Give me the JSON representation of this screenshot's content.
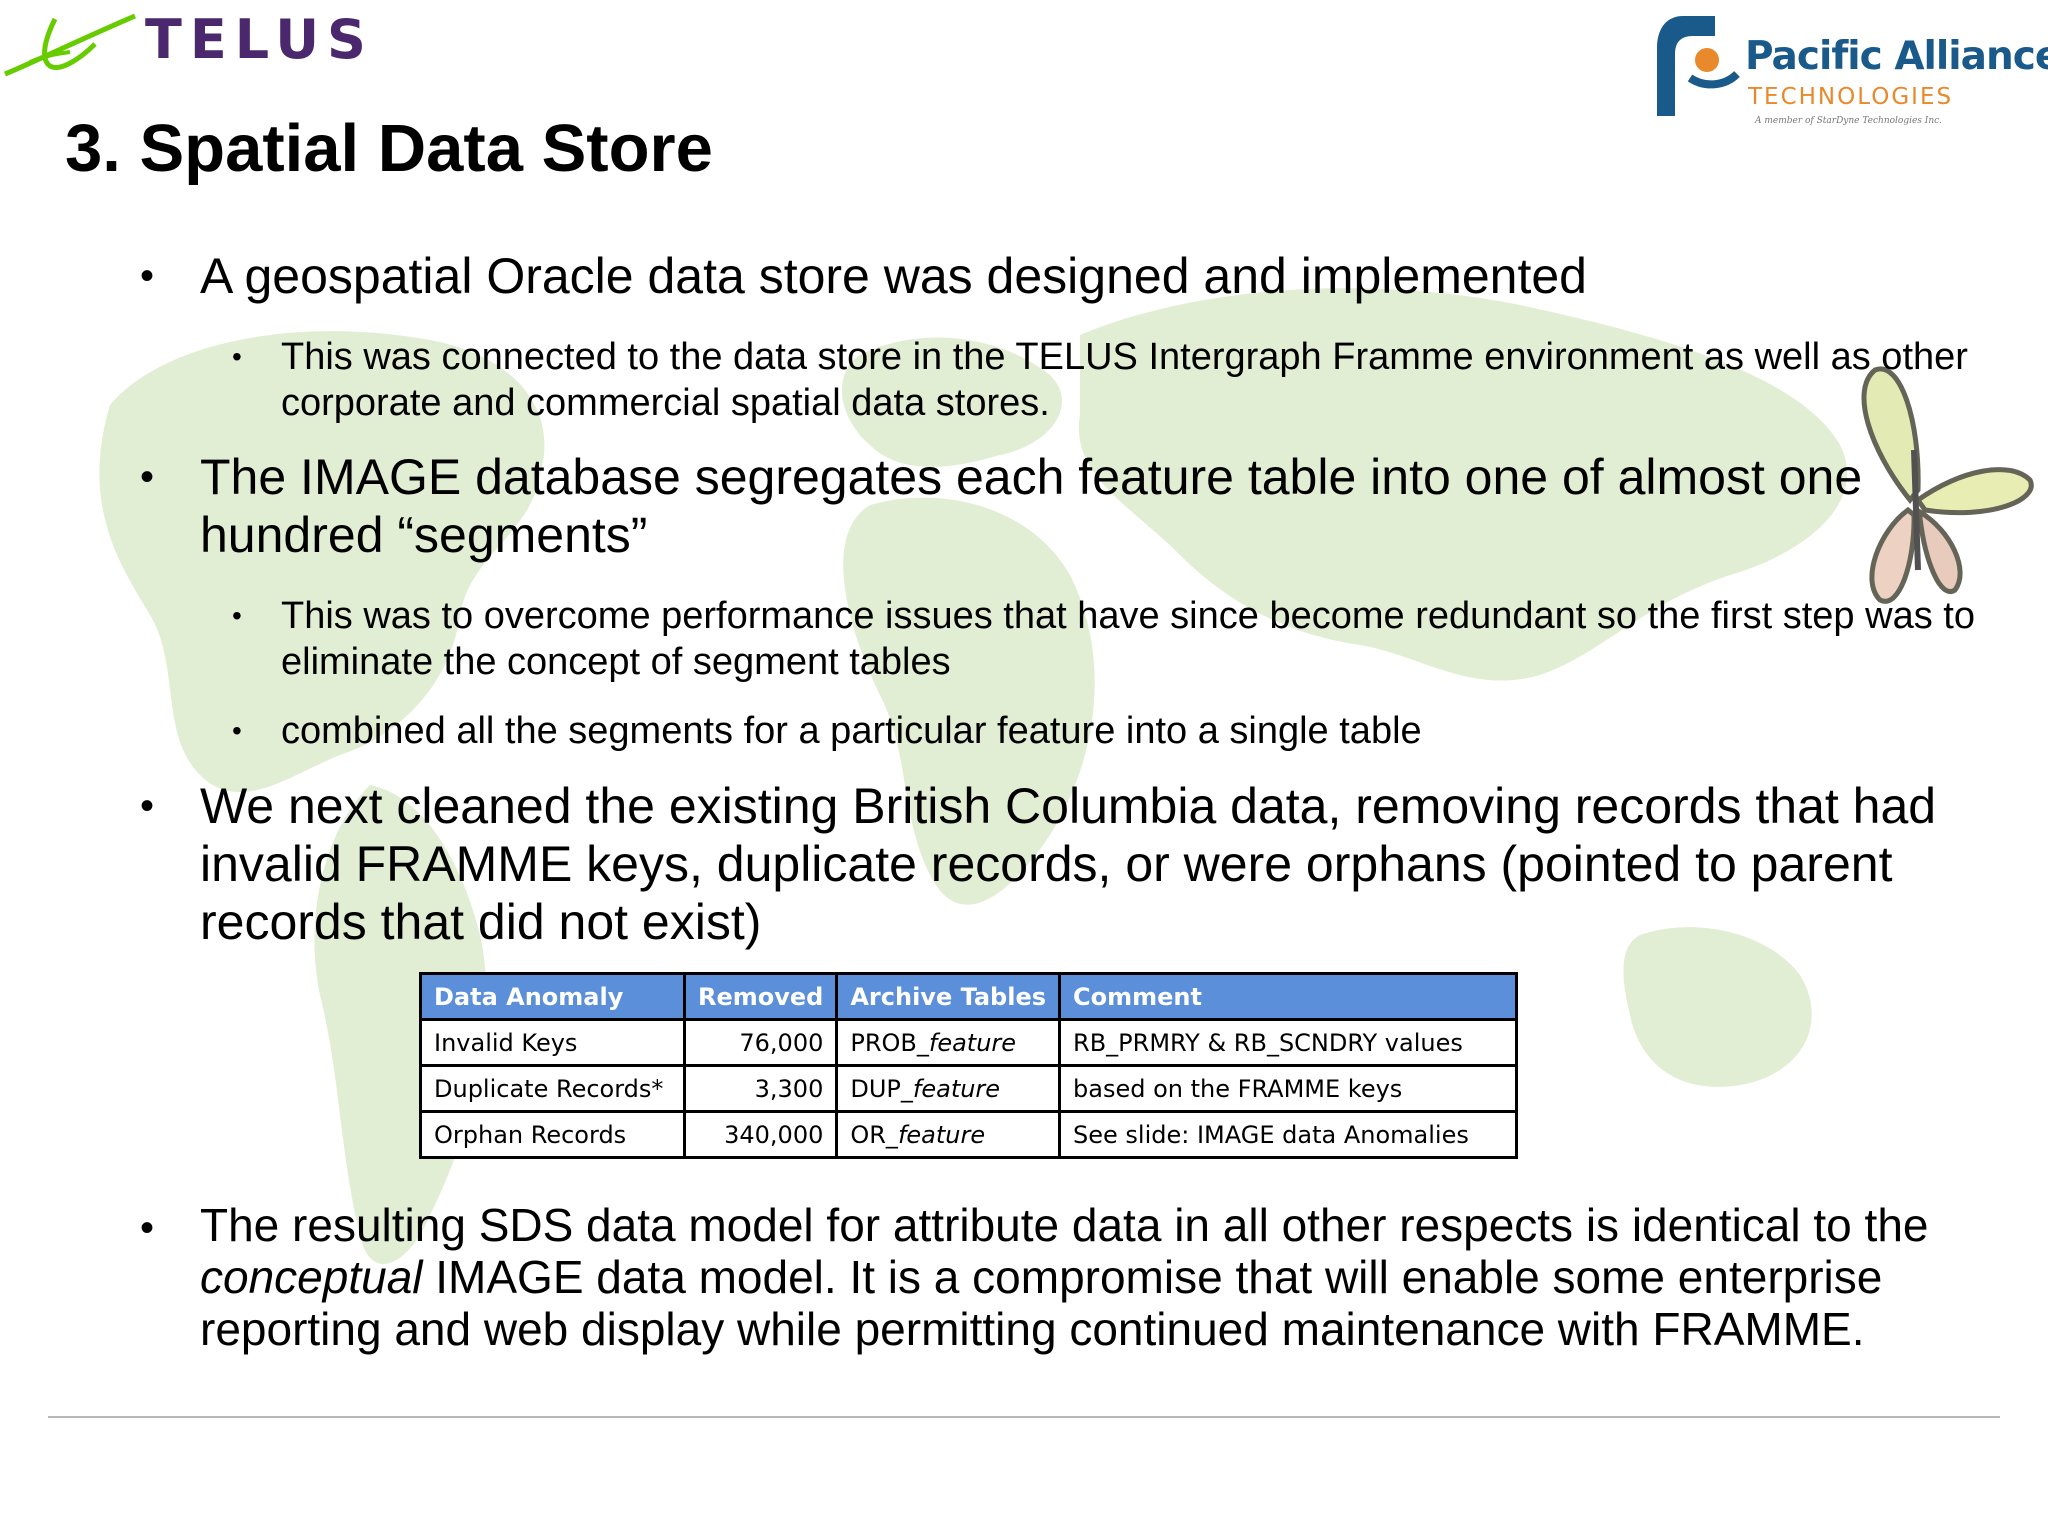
{
  "header": {
    "telus_logo_text": "TELUS",
    "partner_logo_name": "Pacific Alliance",
    "partner_logo_sub": "TECHNOLOGIES",
    "partner_logo_tagline": "A member of StarDyne Technologies Inc."
  },
  "slide": {
    "title": "3. Spatial Data Store",
    "bullet_char": "•",
    "bullets": {
      "b1": "A geospatial Oracle data store was designed and implemented",
      "b1_sub1": "This was connected to the data store in the TELUS Intergraph Framme environment as well as other corporate and commercial spatial data stores.",
      "b2": "The IMAGE database segregates each feature table into one of almost one hundred “segments”",
      "b2_sub1": "This was to overcome performance issues that have since become redundant so the first step was to eliminate the concept of segment tables",
      "b2_sub2": "combined all the segments for a particular feature into a single table",
      "b3": "We next cleaned the existing British Columbia data, removing records that had invalid FRAMME keys, duplicate records, or were orphans (pointed to parent records that did not exist)",
      "b4_pre": "The resulting SDS data model for attribute data in all other respects is identical to the ",
      "b4_em": "conceptual",
      "b4_post": " IMAGE data model. It is a compromise that will enable some enterprise reporting and web display while permitting continued maintenance with FRAMME."
    }
  },
  "anomaly_table": {
    "headers": [
      "Data Anomaly",
      "Removed",
      "Archive Tables",
      "Comment"
    ],
    "rows": [
      {
        "anomaly": "Invalid Keys",
        "removed": "76,000",
        "archive_prefix": "PROB_",
        "archive_suffix": "feature",
        "comment": "RB_PRMRY & RB_SCNDRY values"
      },
      {
        "anomaly": "Duplicate Records*",
        "removed": "3,300",
        "archive_prefix": "DUP_",
        "archive_suffix": "feature",
        "comment": "based on the FRAMME keys"
      },
      {
        "anomaly": "Orphan Records",
        "removed": "340,000",
        "archive_prefix": "OR_",
        "archive_suffix": "feature",
        "comment": "See slide: IMAGE data Anomalies"
      }
    ],
    "header_color": "#5b8fd9"
  },
  "colors": {
    "telus_purple": "#4b286d",
    "telus_green": "#66cc00",
    "partner_blue": "#1a5a8a",
    "partner_orange": "#e8892b"
  }
}
